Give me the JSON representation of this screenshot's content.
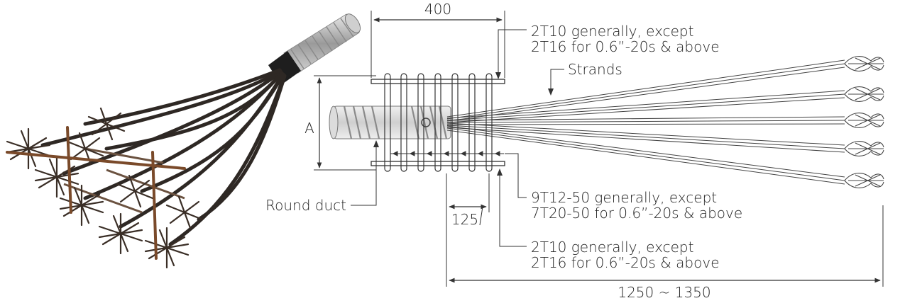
{
  "dimensions": {
    "top_width": "400",
    "height": "A",
    "spacing": "125",
    "total_length": "1250 ~ 1350"
  },
  "labels": {
    "round_duct": "Round duct",
    "strands": "Strands",
    "top_bar_line1": "2T10 generally, except",
    "top_bar_line2": "2T16 for 0.6”-20s & above",
    "links_line1": "9T12-50 generally, except",
    "links_line2": "7T20-50 for 0.6”-20s & above",
    "bottom_bar_line1": "2T10 generally, except",
    "bottom_bar_line2": "2T16 for 0.6”-20s & above"
  },
  "colors": {
    "line": "#333333",
    "rebar": "#3a302a",
    "rust": "#7a4a2a",
    "duct": "#bdbdbd"
  }
}
